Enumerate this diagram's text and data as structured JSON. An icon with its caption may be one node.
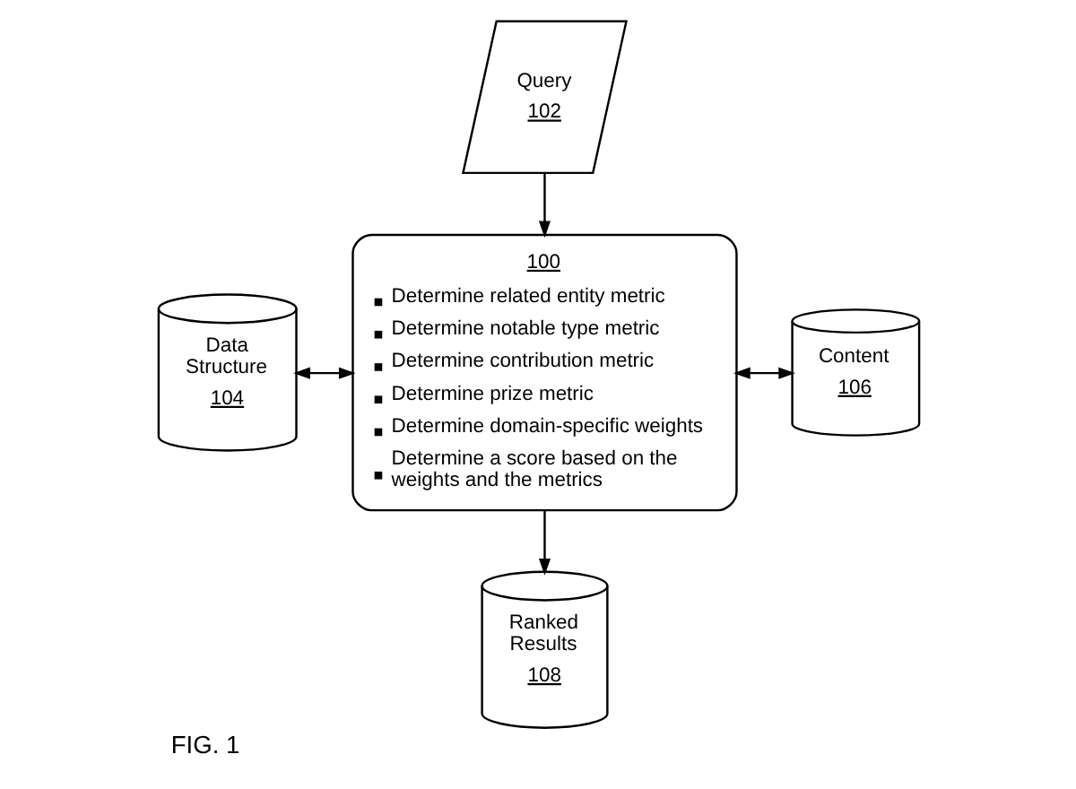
{
  "diagram": {
    "caption": "FIG. 1",
    "nodes": [
      {
        "text": [
          "Query",
          "102"
        ]
      },
      {
        "text": [
          "100",
          "Determine related entity metric",
          "Determine notable type metric",
          "Determine contribution metric",
          "Determine prize metric",
          "Determine domain-specific weights",
          "Determine a score based on the weights and the metrics"
        ]
      },
      {
        "text": [
          "Data Structure",
          "104"
        ]
      },
      {
        "text": [
          "Content",
          "106"
        ]
      },
      {
        "text": [
          "Ranked Results",
          "108"
        ]
      }
    ],
    "edges": [
      {
        "from": 0,
        "to": 1,
        "arrow": "to"
      },
      {
        "from": 2,
        "to": 1,
        "arrow": "both"
      },
      {
        "from": 1,
        "to": 3,
        "arrow": "both"
      },
      {
        "from": 1,
        "to": 4,
        "arrow": "to"
      }
    ]
  }
}
